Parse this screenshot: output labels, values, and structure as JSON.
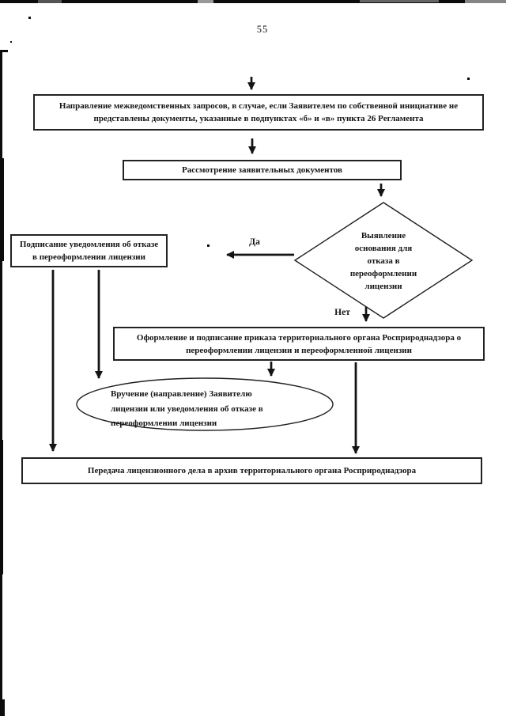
{
  "page": {
    "number": "55",
    "ink_color": "#141414",
    "paper_color": "#ffffff"
  },
  "flowchart": {
    "nodes": {
      "interagency_requests": {
        "shape": "rectangle",
        "lines": [
          "Направление межведомственных запросов, в случае, если Заявителем по собственной инициативе не",
          "представлены документы, указанные в подпунктах «б» и «в» пункта 26 Регламента"
        ]
      },
      "review_documents": {
        "shape": "rectangle",
        "lines": [
          "Рассмотрение заявительных документов"
        ]
      },
      "refusal_decision": {
        "shape": "diamond",
        "lines": [
          "Выявление",
          "основания для",
          "отказа в",
          "переоформлении",
          "лицензии"
        ]
      },
      "sign_refusal_notice": {
        "shape": "rectangle",
        "lines": [
          "Подписание уведомления об отказе",
          "в переоформлении лицензии"
        ]
      },
      "issue_order": {
        "shape": "rectangle",
        "lines": [
          "Оформление и подписание приказа территориального органа Росприроднадзора о",
          "переоформлении лицензии и переоформленной лицензии"
        ]
      },
      "deliver_license": {
        "shape": "ellipse",
        "lines": [
          "Вручение (направление) Заявителю",
          "лицензии или уведомления об отказе в",
          "переоформлении лицензии"
        ]
      },
      "transfer_to_archive": {
        "shape": "rectangle",
        "lines": [
          "Передача лицензионного дела в архив территориального органа Росприроднадзора"
        ]
      }
    },
    "edge_labels": {
      "yes": "Да",
      "no": "Нет"
    }
  }
}
